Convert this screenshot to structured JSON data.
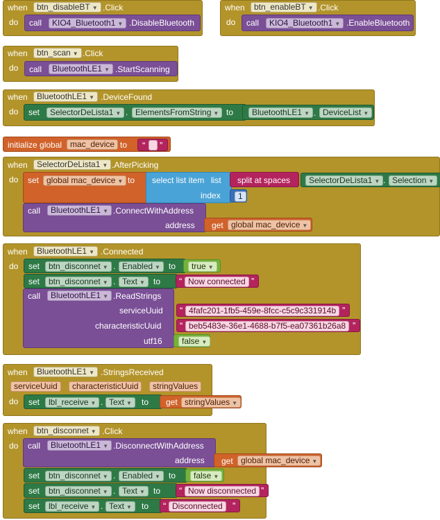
{
  "kw": {
    "when": "when",
    "do": "do",
    "call": "call",
    "set": "set",
    "to": "to",
    "get": "get",
    "initialize_global": "initialize global",
    "select_list_item": "select list item",
    "list": "list",
    "index": "index",
    "split_at_spaces": "split at spaces",
    "address": "address",
    "service_uuid": "serviceUuid",
    "characteristic_uuid": "characteristicUuid",
    "utf16": "utf16",
    "quote_open": "“",
    "quote_close": "”"
  },
  "blocks": {
    "disable_bt": {
      "component": "btn_disableBT",
      "event": ".Click",
      "target": "KIO4_Bluetooth1",
      "method": ".DisableBluetooth"
    },
    "enable_bt": {
      "component": "btn_enableBT",
      "event": ".Click",
      "target": "KIO4_Bluetooth1",
      "method": ".EnableBluetooth"
    },
    "scan": {
      "component": "btn_scan",
      "event": ".Click",
      "target": "BluetoothLE1",
      "method": ".StartScanning"
    },
    "device_found": {
      "component": "BluetoothLE1",
      "event": ".DeviceFound",
      "set_component": "SelectorDeLista1",
      "set_prop": "ElementsFromString",
      "get_component": "BluetoothLE1",
      "get_prop": "DeviceList"
    },
    "init_global": {
      "name": "mac_device",
      "value": ""
    },
    "after_picking": {
      "component": "SelectorDeLista1",
      "event": ".AfterPicking",
      "global_var": "global mac_device",
      "index_value": "1",
      "selection_component": "SelectorDeLista1",
      "selection_prop": "Selection",
      "target": "BluetoothLE1",
      "method": ".ConnectWithAddress",
      "address_var": "global mac_device"
    },
    "connected": {
      "component": "BluetoothLE1",
      "event": ".Connected",
      "set1_component": "btn_disconnet",
      "set1_prop": "Enabled",
      "set1_value": "true",
      "set2_component": "btn_disconnet",
      "set2_prop": "Text",
      "set2_value": "Now connected",
      "target": "BluetoothLE1",
      "method": ".ReadStrings",
      "service_uuid_value": "4fafc201-1fb5-459e-8fcc-c5c9c331914b",
      "characteristic_uuid_value": "beb5483e-36e1-4688-b7f5-ea07361b26a8",
      "utf16_value": "false"
    },
    "strings_received": {
      "component": "BluetoothLE1",
      "event": ".StringsReceived",
      "params": [
        "serviceUuid",
        "characteristicUuid",
        "stringValues"
      ],
      "set_component": "lbl_receive",
      "set_prop": "Text",
      "get_var": "stringValues"
    },
    "disconnect": {
      "component": "btn_disconnet",
      "event": ".Click",
      "target": "BluetoothLE1",
      "method": ".DisconnectWithAddress",
      "address_var": "global mac_device",
      "set1_component": "btn_disconnet",
      "set1_prop": "Enabled",
      "set1_value": "false",
      "set2_component": "btn_disconnet",
      "set2_prop": "Text",
      "set2_value": "Now disconnected",
      "set3_component": "lbl_receive",
      "set3_prop": "Text",
      "set3_value": "Disconnected"
    }
  },
  "icons": {
    "dropdown": "dropdown-arrow-icon"
  },
  "colors": {
    "event": "#b3942a",
    "procedure": "#7a4f96",
    "component_set": "#2e7a46",
    "variable": "#d0622a",
    "list": "#4aa3d6",
    "text": "#b3245e",
    "logic": "#74b33a",
    "math": "#3b6fb6"
  }
}
